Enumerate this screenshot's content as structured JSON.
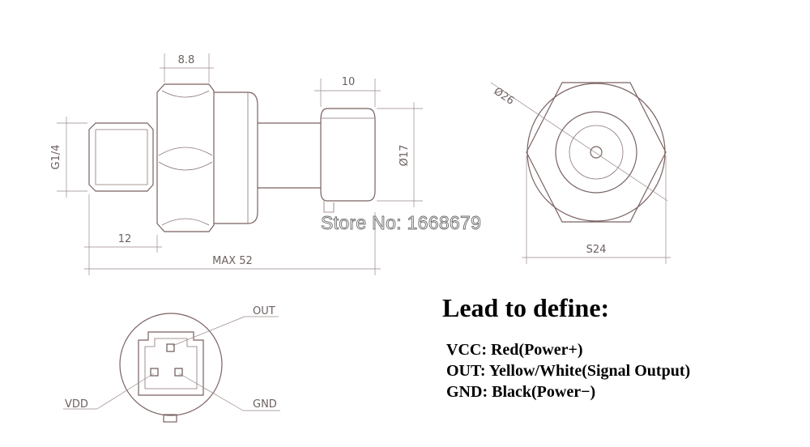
{
  "dimensions": {
    "hex_width": "8.8",
    "connector_length": "10",
    "thread": "G1/4",
    "connector_diameter": "Ø17",
    "thread_length": "12",
    "max_length": "MAX 52",
    "outer_diameter": "Ø26",
    "wrench_size": "S24"
  },
  "pins": {
    "out": "OUT",
    "vdd": "VDD",
    "gnd": "GND"
  },
  "store": "Store No: 1668679",
  "lead": {
    "title": "Lead to define:",
    "vcc": "VCC: Red(Power+)",
    "out": "OUT: Yellow/White(Signal Output)",
    "gnd": "GND: Black(Power−)"
  },
  "colors": {
    "line": "#7a6262",
    "text": "#000000"
  }
}
